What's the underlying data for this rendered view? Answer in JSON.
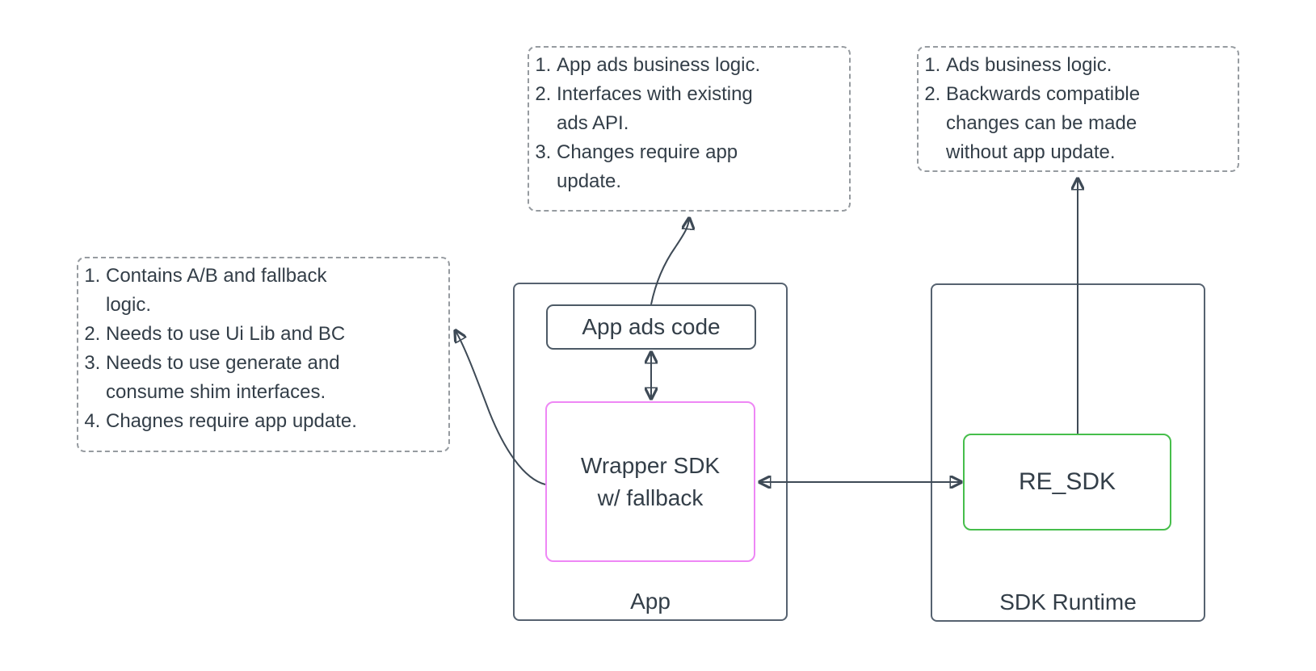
{
  "title": "Wrapper SDK / SDK Runtime architecture diagram",
  "colors": {
    "background": "#ffffff",
    "text": "#333e48",
    "solid_border": "#566270",
    "note_border": "#969ba0",
    "arrow": "#3e4a56",
    "wrapper_sdk_border": "#ee87f5",
    "re_sdk_border": "#46be4b"
  },
  "notes": {
    "app_ads": {
      "items": [
        "App ads business logic.",
        "Interfaces with existing\nads API.",
        "Changes require app\nupdate."
      ]
    },
    "runtime": {
      "items": [
        "Ads business logic.",
        "Backwards compatible\nchanges can be made\nwithout app update."
      ]
    },
    "wrapper": {
      "items": [
        "Contains A/B and fallback\nlogic.",
        "Needs to use Ui Lib and BC",
        "Needs to use generate and\nconsume shim interfaces.",
        "Chagnes require app update."
      ]
    }
  },
  "boxes": {
    "app": {
      "label": "App"
    },
    "sdk_runtime": {
      "label": "SDK Runtime"
    },
    "app_ads_code": {
      "label": "App ads code"
    },
    "wrapper_sdk": {
      "label": "Wrapper SDK\nw/ fallback"
    },
    "re_sdk": {
      "label": "RE_SDK"
    }
  },
  "connections": [
    {
      "from": "app-ads-code",
      "to": "wrapper-sdk",
      "type": "double-arrow"
    },
    {
      "from": "wrapper-sdk",
      "to": "re-sdk",
      "type": "double-arrow"
    },
    {
      "from": "re-sdk",
      "to": "runtime-note",
      "type": "arrow"
    },
    {
      "from": "app-ads-code",
      "to": "app-ads-note",
      "type": "arrow"
    },
    {
      "from": "wrapper-sdk",
      "to": "wrapper-note",
      "type": "arrow"
    }
  ]
}
